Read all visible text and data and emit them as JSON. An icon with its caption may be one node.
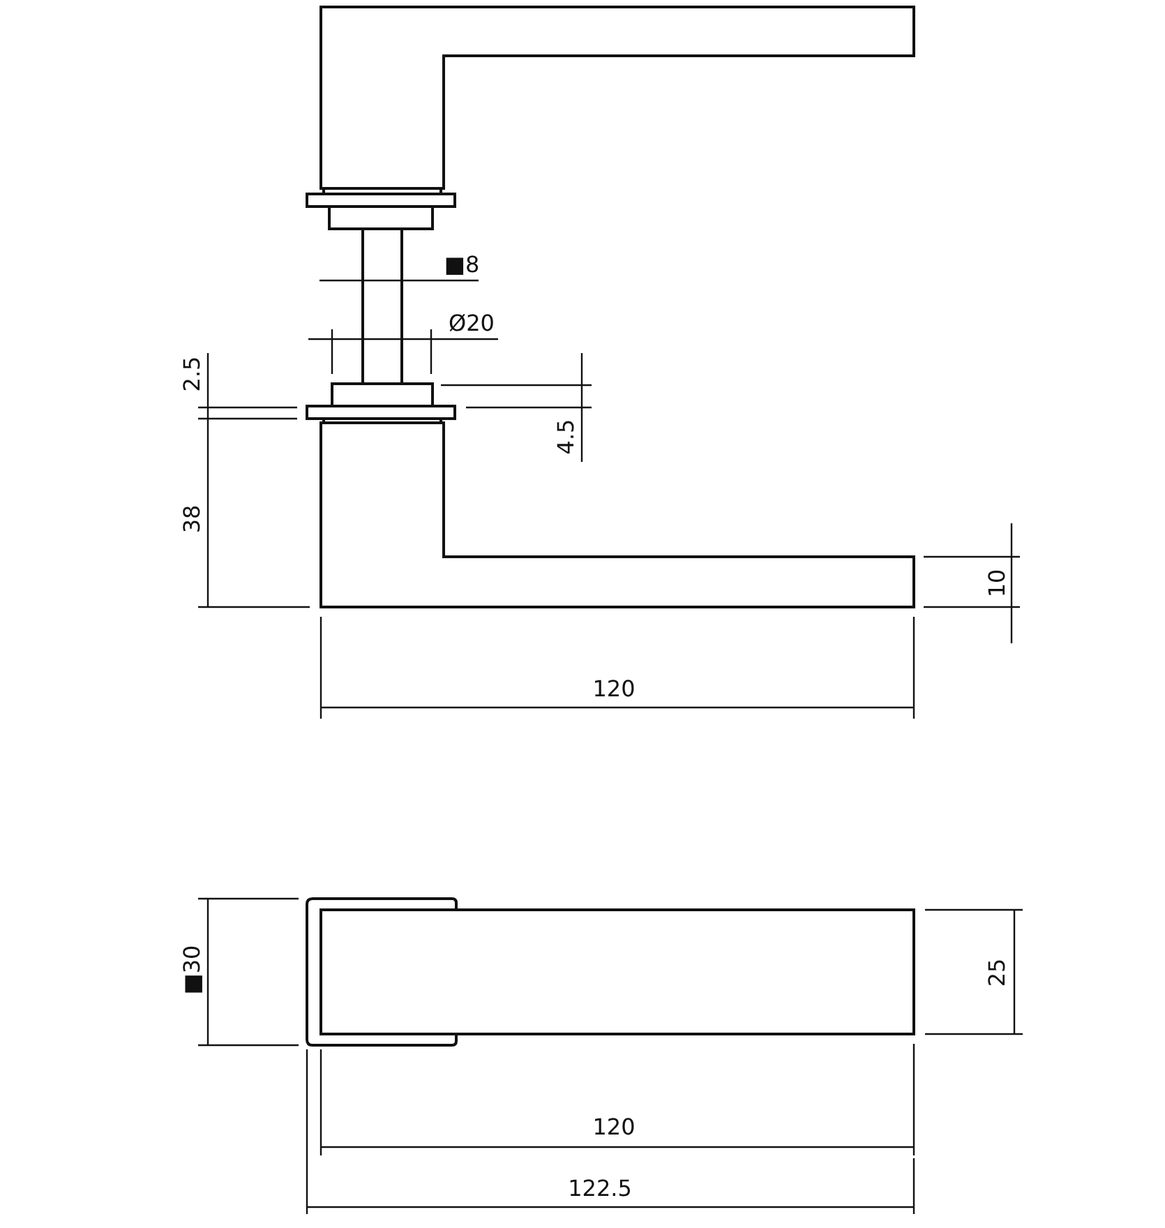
{
  "diagram": {
    "labels": [
      "■8",
      "Ø20",
      "2.5",
      "4.5",
      "38",
      "10",
      "120",
      "■30",
      "25",
      "120",
      "122.5"
    ]
  }
}
